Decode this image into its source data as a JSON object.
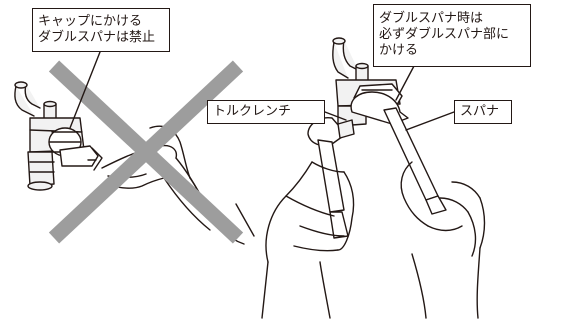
{
  "callouts": {
    "no_cap_lines": [
      "キャップにかける",
      "ダブルスパナは禁止"
    ],
    "double_spanner_lines": [
      "ダブルスパナ時は",
      "必ずダブルスパナ部に",
      "かける"
    ]
  },
  "labels": {
    "torque_wrench": "トルクレンチ",
    "spanner": "スパナ"
  },
  "colors": {
    "line": "#231815",
    "prohibited_cross": "#9d9d9d",
    "fitting_fill": "#f2f2f2"
  }
}
